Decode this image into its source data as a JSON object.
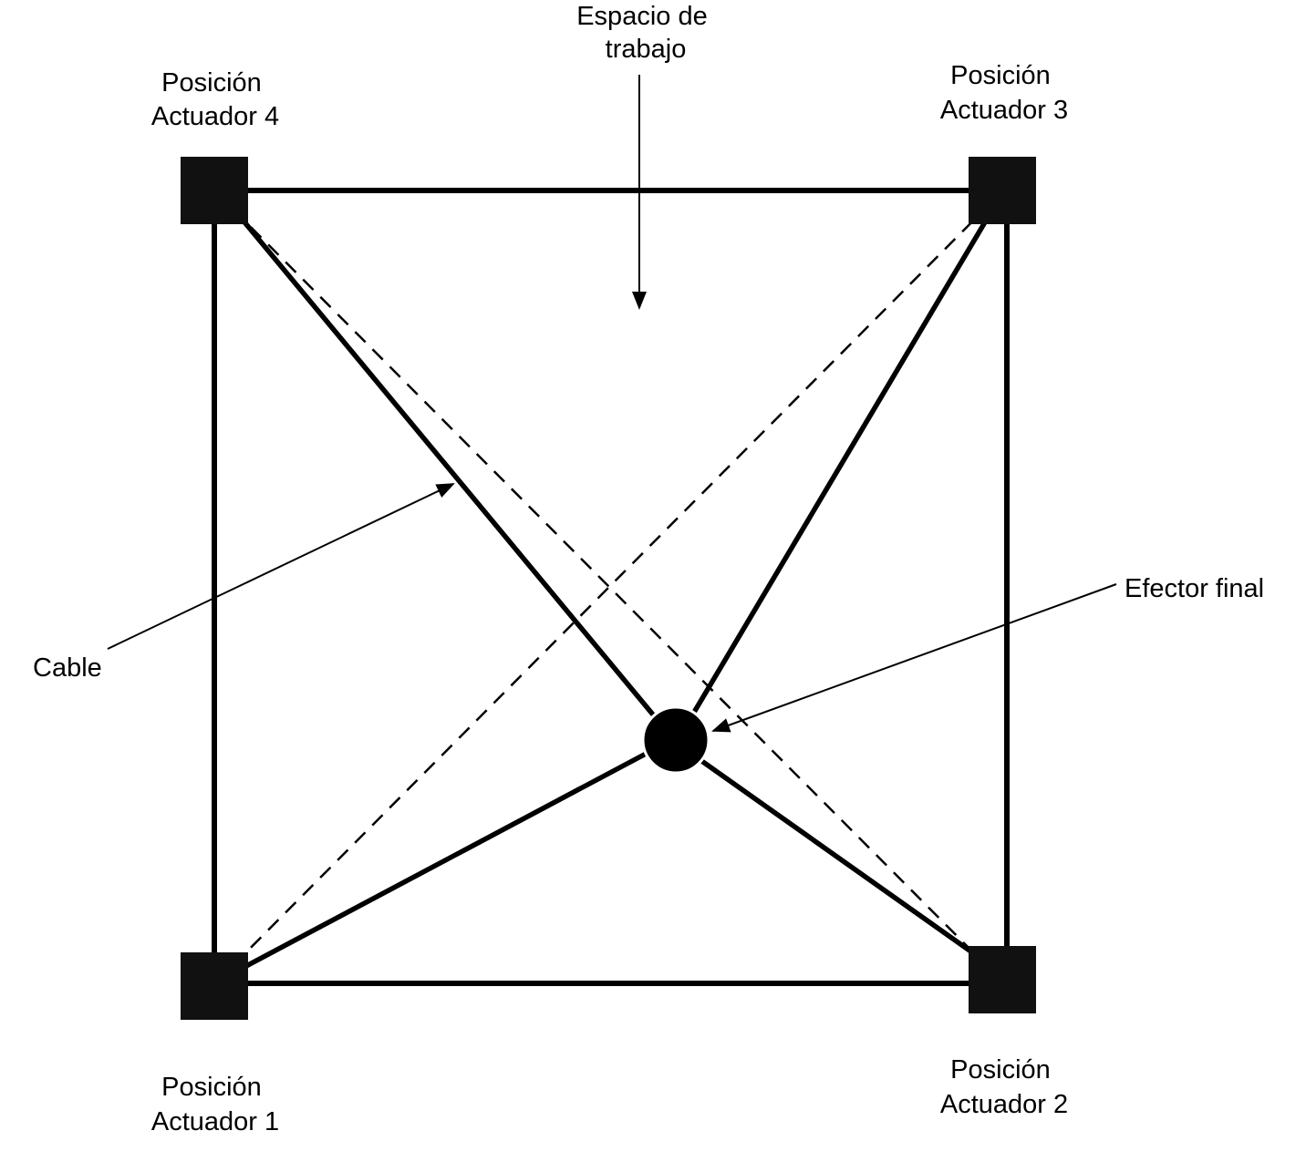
{
  "labels": {
    "workspace": [
      "Espacio de",
      "trabajo"
    ],
    "actuator1": [
      "Posición",
      "Actuador 1"
    ],
    "actuator2": [
      "Posición",
      "Actuador 2"
    ],
    "actuator3": [
      "Posición",
      "Actuador 3"
    ],
    "actuator4": [
      "Posición",
      "Actuador 4"
    ],
    "cable": "Cable",
    "end_effector": "Efector final"
  },
  "colors": {
    "stroke": "#000000",
    "fill": "#000000",
    "background": "#ffffff"
  }
}
